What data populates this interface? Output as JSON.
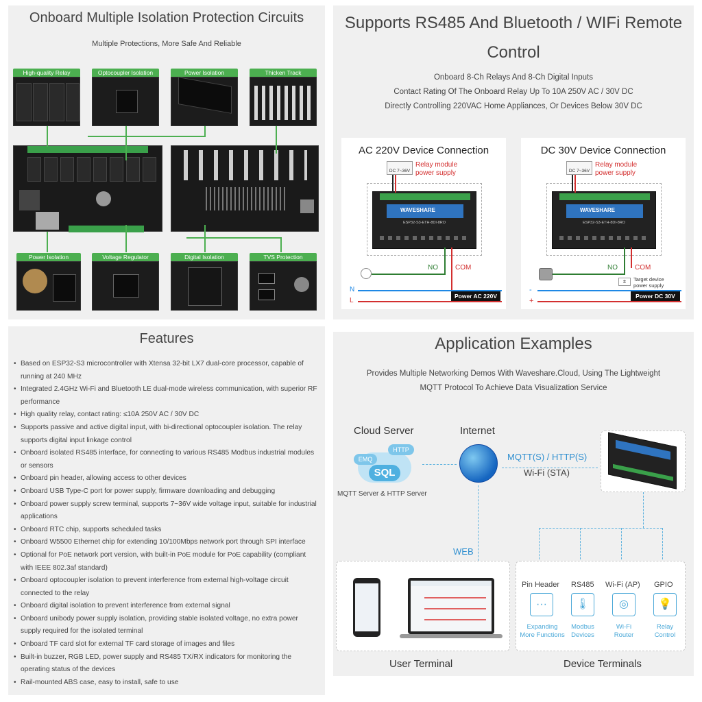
{
  "isolation": {
    "title": "Onboard Multiple Isolation Protection Circuits",
    "subtitle": "Multiple Protections, More Safe And Reliable",
    "tags_top": [
      "High-quality Relay",
      "Optocoupler Isolation",
      "Power Isolation",
      "Thicken Track\nFor Large Current"
    ],
    "tags_bottom": [
      "Power Isolation",
      "Voltage Regulator",
      "Digital Isolation",
      "TVS Protection"
    ]
  },
  "remote": {
    "title": "Supports RS485 And Bluetooth / WIFi Remote Control",
    "lines": [
      "Onboard 8-Ch Relays And 8-Ch Digital Inputs",
      "Contact Rating Of The Onboard Relay Up To 10A 250V AC / 30V DC",
      "Directly Controlling 220VAC Home Appliances, Or Devices Below 30V DC"
    ],
    "ac": {
      "title": "AC 220V Device Connection",
      "supply": "DC 7~36V",
      "relay_label": "Relay module\npower supply",
      "no": "NO",
      "com": "COM",
      "n": "N",
      "l": "L",
      "power": "Power AC 220V"
    },
    "dc": {
      "title": "DC 30V Device Connection",
      "supply": "DC 7~36V",
      "relay_label": "Relay module\npower supply",
      "no": "NO",
      "com": "COM",
      "target": "Target device\npower supply",
      "plus": "+",
      "minus": "-",
      "power": "Power DC 30V"
    },
    "brand": "WAVESHARE",
    "model": "ESP32-S3-ETH-8DI-8RO"
  },
  "features": {
    "title": "Features",
    "items": [
      "Based on ESP32-S3 microcontroller with Xtensa 32-bit LX7 dual-core processor, capable of running at 240 MHz",
      "Integrated 2.4GHz Wi-Fi and Bluetooth LE dual-mode wireless communication, with superior RF performance",
      "High quality relay, contact rating: ≤10A 250V AC / 30V DC",
      "Supports passive and active digital input, with bi-directional optocoupler isolation. The relay supports digital input linkage control",
      "Onboard isolated RS485 interface, for connecting to various RS485 Modbus industrial modules or sensors",
      "Onboard pin header, allowing access to other devices",
      "Onboard USB Type-C port for power supply, firmware downloading and debugging",
      "Onboard power supply screw terminal, supports 7~36V wide voltage input, suitable for industrial applications",
      "Onboard RTC chip, supports scheduled tasks",
      "Onboard W5500 Ethernet chip for extending 10/100Mbps network port through SPI interface",
      "Optional for PoE network port version, with built-in PoE module for PoE capability (compliant with IEEE 802.3af standard)",
      "Onboard optocoupler isolation to prevent interference from external high-voltage circuit connected to the relay",
      "Onboard digital isolation to prevent interference from external signal",
      "Onboard unibody power supply isolation, providing stable isolated voltage, no extra power supply required for the isolated terminal",
      "Onboard TF card slot for external TF card storage of images and files",
      "Built-in buzzer, RGB LED, power supply and RS485 TX/RX indicators for monitoring the operating status of the devices",
      "Rail-mounted ABS case, easy to install, safe to use"
    ]
  },
  "apps": {
    "title": "Application Examples",
    "lines": [
      "Provides Multiple Networking Demos With Waveshare.Cloud, Using The Lightweight",
      "MQTT Protocol To Achieve Data Visualization Service"
    ],
    "cloud": "Cloud Server",
    "cloud_sub": "MQTT Server & HTTP Server",
    "emq": "EMQ",
    "http": "HTTP",
    "sql": "SQL",
    "internet": "Internet",
    "mqtt": "MQTT(S) / HTTP(S)",
    "wifi_sta": "Wi-Fi (STA)",
    "web": "WEB",
    "user_terminal": "User Terminal",
    "device_terminals": "Device Terminals",
    "terminals": [
      {
        "head": "Pin Header",
        "label": "Expanding\nMore Functions",
        "icon": "···"
      },
      {
        "head": "RS485",
        "label": "Modbus\nDevices",
        "icon": "🌡"
      },
      {
        "head": "Wi-Fi (AP)",
        "label": "Wi-Fi\nRouter",
        "icon": "◎"
      },
      {
        "head": "GPIO",
        "label": "Relay\nControl",
        "icon": "💡"
      }
    ],
    "colors": {
      "accent": "#2f8fd0",
      "green": "#4caf50",
      "red": "#d32f2f"
    }
  }
}
